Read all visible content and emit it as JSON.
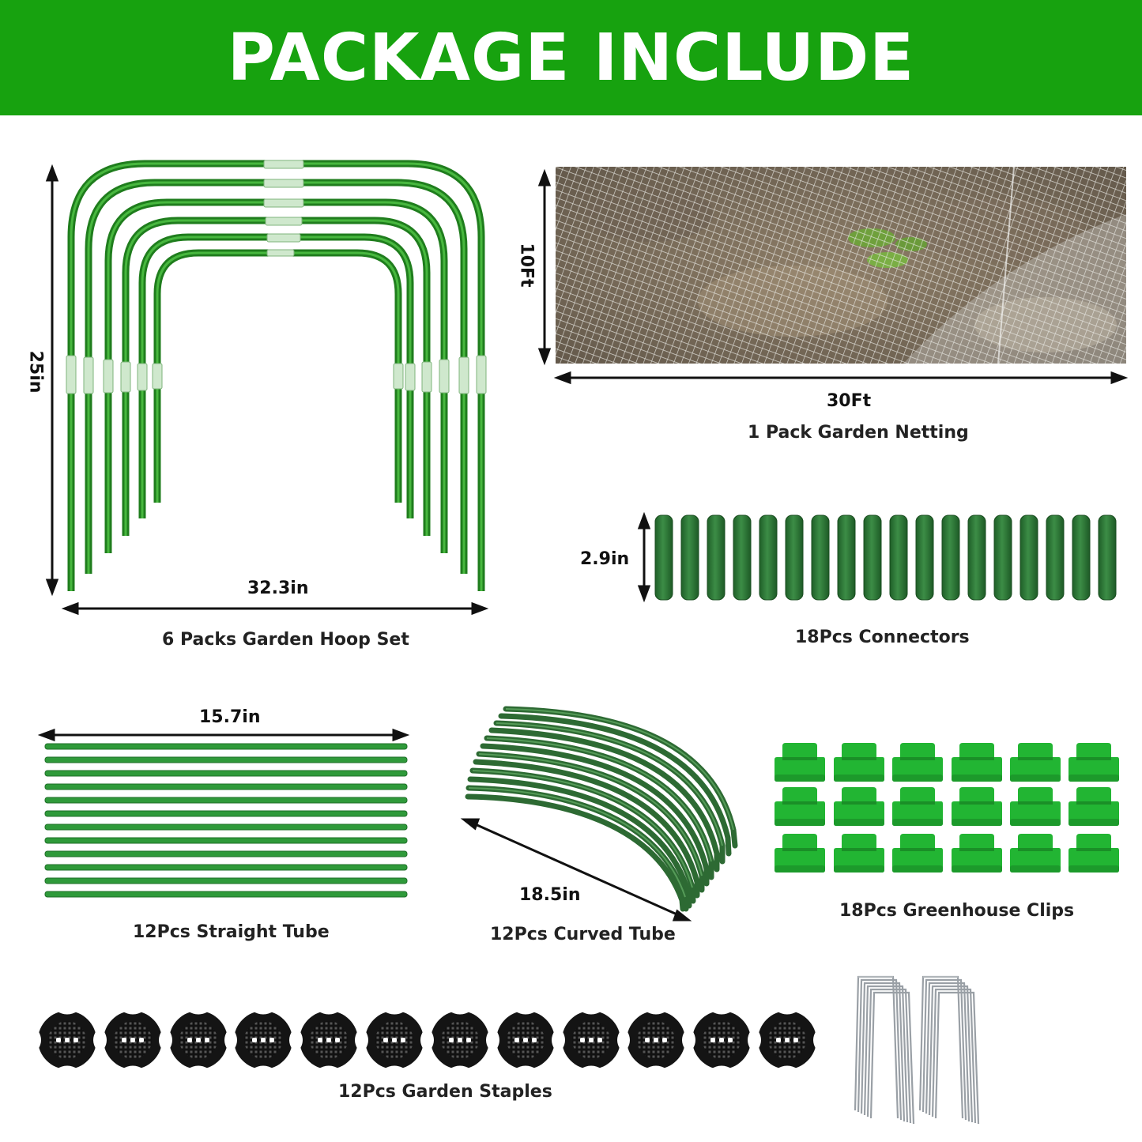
{
  "header": {
    "title": "PACKAGE INCLUDE"
  },
  "items": {
    "hoops": {
      "label": "6 Packs Garden Hoop Set",
      "height": "25in",
      "width": "32.3in"
    },
    "netting": {
      "label": "1 Pack Garden Netting",
      "height": "10Ft",
      "width": "30Ft"
    },
    "connectors": {
      "label": "18Pcs Connectors",
      "height": "2.9in"
    },
    "straight_tube": {
      "label": "12Pcs Straight Tube",
      "length": "15.7in"
    },
    "curved_tube": {
      "label": "12Pcs Curved Tube",
      "length": "18.5in"
    },
    "clips": {
      "label": "18Pcs Greenhouse Clips"
    },
    "staples": {
      "label": "12Pcs Garden Staples"
    }
  },
  "colors": {
    "banner": "#17a20f",
    "hoop_green": "#2e9a2a",
    "dark_green": "#2f7a35",
    "clip_green": "#22b533"
  }
}
